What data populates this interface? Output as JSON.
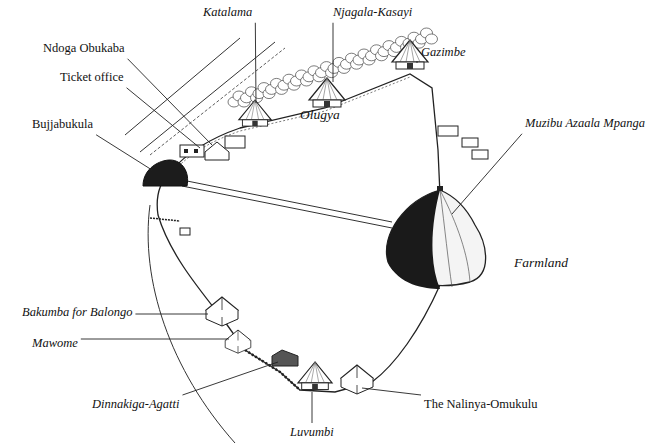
{
  "diagram": {
    "labels": [
      "Katalama",
      "Njagala-Kasayi",
      "Gazimbe",
      "Ndoga Obukaba",
      "Ticket office",
      "Bujjabukula",
      "Muzibu Azaala Mpanga",
      "Olugya",
      "Farmland",
      "Bakumba for Balongo",
      "Mawome",
      "Dinnakiga-Agatti",
      "Luvumbi",
      "The Nalinya-Omukulu"
    ]
  }
}
